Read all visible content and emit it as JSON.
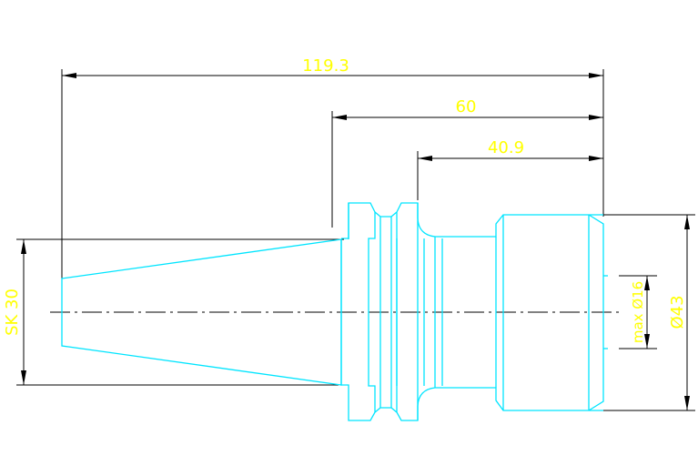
{
  "dimensions": {
    "overall_length": "119.3",
    "length_from_flange": "60",
    "length_from_shoulder": "40.9",
    "taper_label": "SK 30",
    "clamp_diameter": "max Ø16",
    "outer_diameter": "Ø43"
  },
  "colors": {
    "background": "#ffffff",
    "outline": "#00e5ff",
    "dimension_line": "#000000",
    "dimension_text": "#ffff00",
    "centerline": "#000000"
  }
}
